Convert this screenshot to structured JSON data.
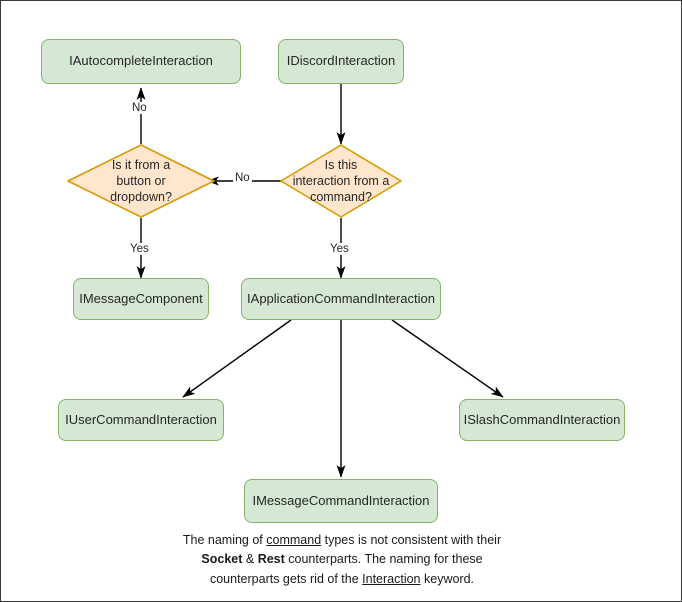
{
  "diagram": {
    "type": "flowchart",
    "title": "Discord Interaction type hierarchy flowchart",
    "colors": {
      "box_fill": "#d5e8d4",
      "box_stroke": "#82b366",
      "decision_fill": "#ffe6cc",
      "decision_stroke": "#d79b00",
      "edge_stroke": "#000000",
      "text": "#262626",
      "frame": "#3a3a3a",
      "background": "#ffffff"
    },
    "nodes": [
      {
        "id": "autocomplete",
        "shape": "rounded-rect",
        "label": "IAutocompleteInteraction"
      },
      {
        "id": "discord",
        "shape": "rounded-rect",
        "label": "IDiscordInteraction"
      },
      {
        "id": "decision_button",
        "shape": "diamond",
        "label": "Is it from a button or dropdown?",
        "lines": [
          "Is it from a",
          "button or",
          "dropdown?"
        ]
      },
      {
        "id": "decision_command",
        "shape": "diamond",
        "label": "Is this interaction from a command?",
        "lines": [
          "Is this",
          "interaction from a",
          "command?"
        ]
      },
      {
        "id": "messagecomponent",
        "shape": "rounded-rect",
        "label": "IMessageComponent"
      },
      {
        "id": "appcommand",
        "shape": "rounded-rect",
        "label": "IApplicationCommandInteraction"
      },
      {
        "id": "usercommand",
        "shape": "rounded-rect",
        "label": "IUserCommandInteraction"
      },
      {
        "id": "messagecommand",
        "shape": "rounded-rect",
        "label": "IMessageCommandInteraction"
      },
      {
        "id": "slashcommand",
        "shape": "rounded-rect",
        "label": "ISlashCommandInteraction"
      }
    ],
    "edges": [
      {
        "from": "discord",
        "to": "decision_command",
        "label": ""
      },
      {
        "from": "decision_command",
        "to": "decision_button",
        "label": "No"
      },
      {
        "from": "decision_button",
        "to": "autocomplete",
        "label": "No"
      },
      {
        "from": "decision_button",
        "to": "messagecomponent",
        "label": "Yes"
      },
      {
        "from": "decision_command",
        "to": "appcommand",
        "label": "Yes"
      },
      {
        "from": "appcommand",
        "to": "usercommand",
        "label": ""
      },
      {
        "from": "appcommand",
        "to": "messagecommand",
        "label": ""
      },
      {
        "from": "appcommand",
        "to": "slashcommand",
        "label": ""
      }
    ],
    "edge_labels": {
      "no_up": "No",
      "no_left": "No",
      "yes_left": "Yes",
      "yes_right": "Yes"
    },
    "caption": {
      "line1_a": "The naming of ",
      "line1_u": "command",
      "line1_b": " types is not consistent with their",
      "line2_b1": "Socket",
      "line2_amp": " & ",
      "line2_b2": "Rest",
      "line2_rest": " counterparts. The naming for these",
      "line3_a": "counterparts gets rid of the ",
      "line3_u": "Interaction",
      "line3_b": " keyword."
    }
  }
}
